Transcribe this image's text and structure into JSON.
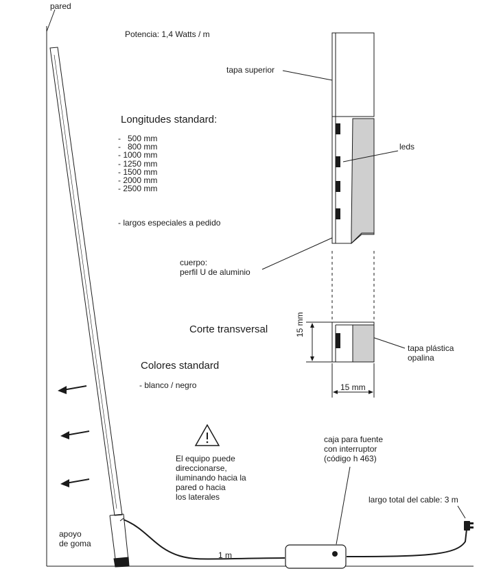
{
  "labels": {
    "pared": "pared",
    "potencia": "Potencia: 1,4 Watts / m",
    "tapa_superior": "tapa superior",
    "leds": "leds",
    "longitudes_title": "Longitudes standard:",
    "largos_especiales": "- largos especiales a pedido",
    "cuerpo": "cuerpo:\nperfil U de aluminio",
    "corte_transversal": "Corte transversal",
    "dim_height": "15 mm",
    "dim_width": "15 mm",
    "tapa_plastica": "tapa plástica\nopalina",
    "colores_title": "Colores standard",
    "colores_value": "- blanco / negro",
    "warning_text": "El equipo puede\ndireccionarse,\niluminando hacia la\npared o hacia\nlos laterales",
    "caja": "caja para fuente\ncon interruptor\n(código h 463)",
    "largo_cable": "largo total del cable: 3 m",
    "apoyo": "apoyo\nde goma",
    "one_meter": "1 m"
  },
  "lengths": [
    "-   500 mm",
    "-   800 mm",
    "- 1000 mm",
    "- 1250 mm",
    "- 1500 mm",
    "- 2000 mm",
    "- 2500 mm"
  ],
  "warning_icon": "warning-triangle-icon",
  "colors": {
    "stroke": "#1a1a1a",
    "opal_fill": "#cfcfcf"
  }
}
